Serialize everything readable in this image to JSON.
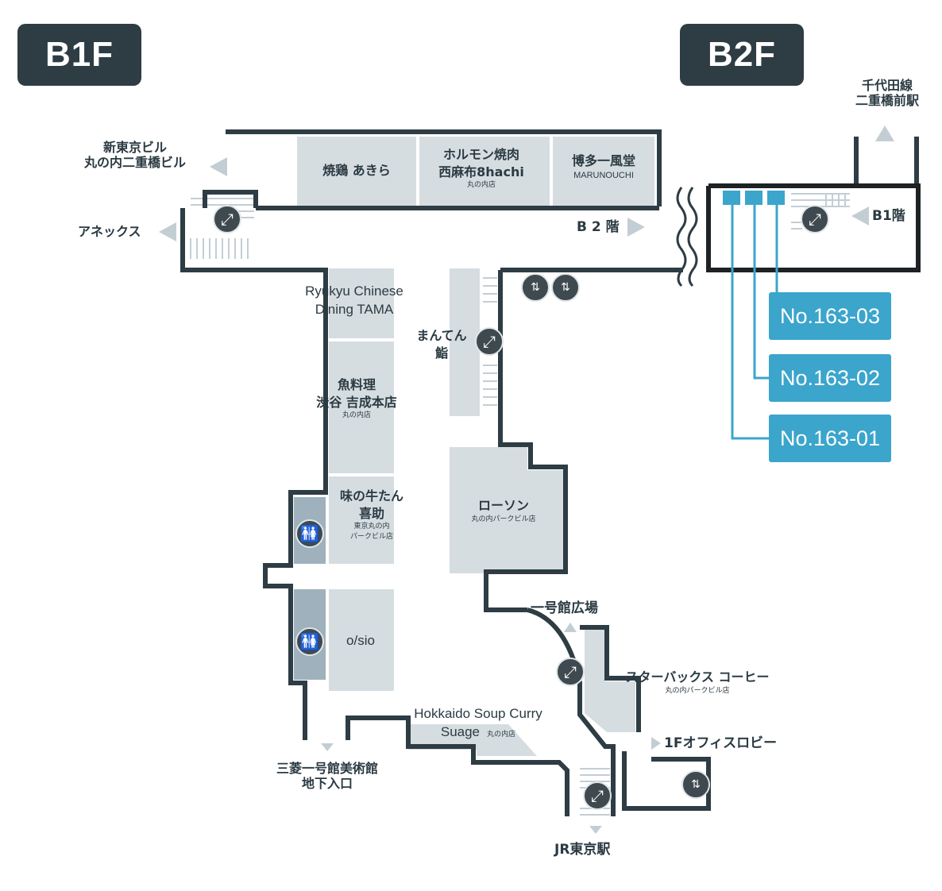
{
  "floors": {
    "b1f": "B1F",
    "b2f": "B2F"
  },
  "destinations": {
    "shin_tokyo": [
      "新東京ビル",
      "丸の内二重橋ビル"
    ],
    "annex": "アネックス",
    "chiyoda": [
      "千代田線",
      "二重橋前駅"
    ],
    "to_b2": "B 2 階",
    "to_b1": "B1階",
    "ichigokan_plaza": "一号館広場",
    "office_lobby": "1Fオフィスロビー",
    "museum": [
      "三菱一号館美術館",
      "地下入口"
    ],
    "jr_tokyo": "JR東京駅"
  },
  "stores": {
    "yakitori": "焼鶏 あきら",
    "horumon": {
      "line1": "ホルモン焼肉",
      "line2": "西麻布8hachi",
      "sub": "丸の内店"
    },
    "ippudo": {
      "name": "博多一風堂",
      "sub": "MARUNOUCHI"
    },
    "ryukyu": {
      "line1": "Ryukyu Chinese",
      "line2": "Dining TAMA"
    },
    "manten": {
      "line1": "まんてん",
      "line2": "鮨"
    },
    "fish": {
      "line1": "魚料理",
      "line2": "渋谷 吉成本店",
      "sub": "丸の内店"
    },
    "gyutan": {
      "line1": "味の牛たん",
      "line2": "喜助",
      "sub1": "東京丸の内",
      "sub2": "パークビル店"
    },
    "lawson": {
      "name": "ローソン",
      "sub": "丸の内パークビル店"
    },
    "osio": "o/sio",
    "starbucks": {
      "name": "スターバックス コーヒー",
      "sub": "丸の内パークビル店"
    },
    "soupcurry": {
      "line1": "Hokkaido Soup Curry",
      "line2": "Suage",
      "sub": "丸の内店"
    }
  },
  "pillars": [
    "No.163-03",
    "No.163-02",
    "No.163-01"
  ],
  "icons": {
    "escalator": "escalator-icon",
    "restroom": "restroom-icon",
    "elevator": "elevator-icon"
  },
  "colors": {
    "wall": "#2e3c44",
    "shop_fill": "#d6dde1",
    "restroom_fill": "#9fb1bc",
    "accent_blue": "#3ba5cc",
    "arrow_fill": "#c3ced4"
  }
}
